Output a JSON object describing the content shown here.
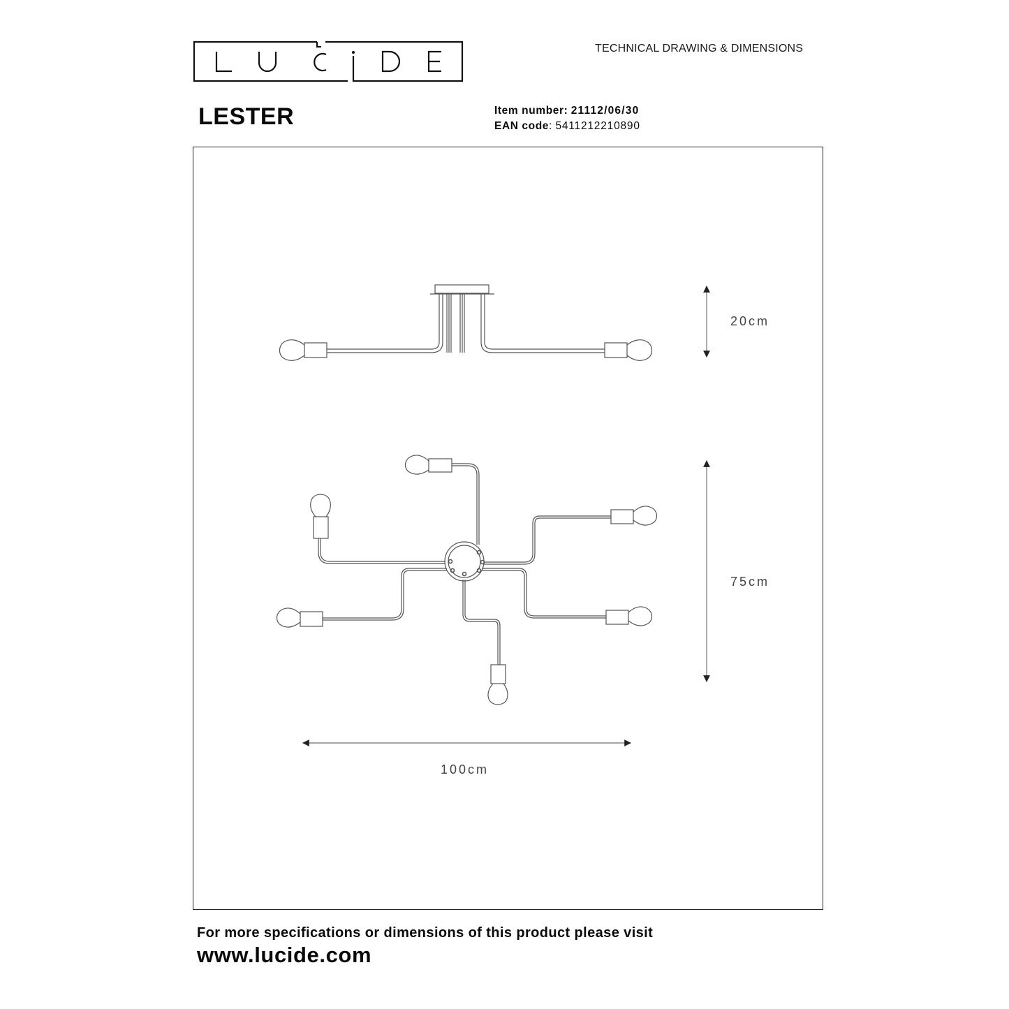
{
  "header": {
    "brand_logo_text": "LUCIDE",
    "document_type": "TECHNICAL DRAWING & DIMENSIONS"
  },
  "product": {
    "name": "LESTER",
    "item_number_label": "Item number:",
    "item_number": "21112/06/30",
    "ean_label": "EAN code",
    "ean_separator": ":",
    "ean_code": "5411212210890"
  },
  "drawing": {
    "views": [
      {
        "name": "side-view",
        "description": "Side elevation of ceiling lamp with canopy and two visible bulbs"
      },
      {
        "name": "top-view",
        "description": "Plan view with central round hub and 6 bent arms each ending in a bulb holder"
      }
    ],
    "bulb_count": 6,
    "dimensions": {
      "height_side_view": "20cm",
      "depth_top_view": "75cm",
      "width": "100cm"
    },
    "line_color": "#555555",
    "dimension_line_color": "#888888"
  },
  "footer": {
    "note": "For more specifications or dimensions of this product please visit",
    "link_text": "www.lucide.com"
  }
}
